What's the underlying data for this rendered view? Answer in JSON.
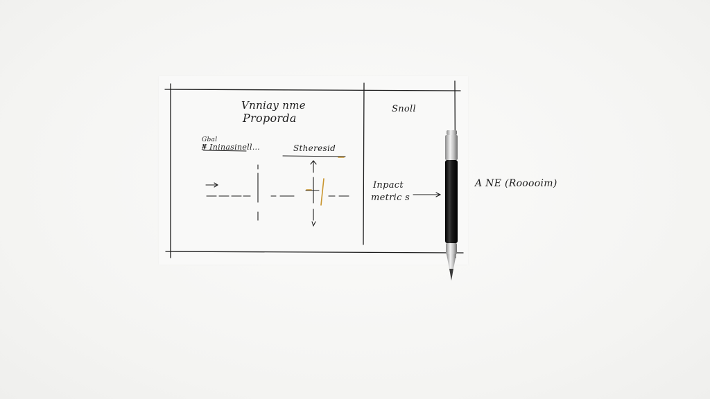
{
  "sketch": {
    "title_line1": "Vnniay nme",
    "title_line2": "Proporda",
    "right_column_header": "Snoll",
    "left_label_line1": "Gbal",
    "left_label_line2": "₦ Ininasinell…",
    "middle_label": "Stheresid",
    "impact_line1": "Inpact",
    "impact_line2": "metric s",
    "outside_annotation": "A NE (Rooooim)"
  },
  "colors": {
    "ink": "#1d1d1d",
    "highlight": "#c9962f",
    "pen_body": "#151515",
    "pen_metal": "#c8c8c8"
  }
}
